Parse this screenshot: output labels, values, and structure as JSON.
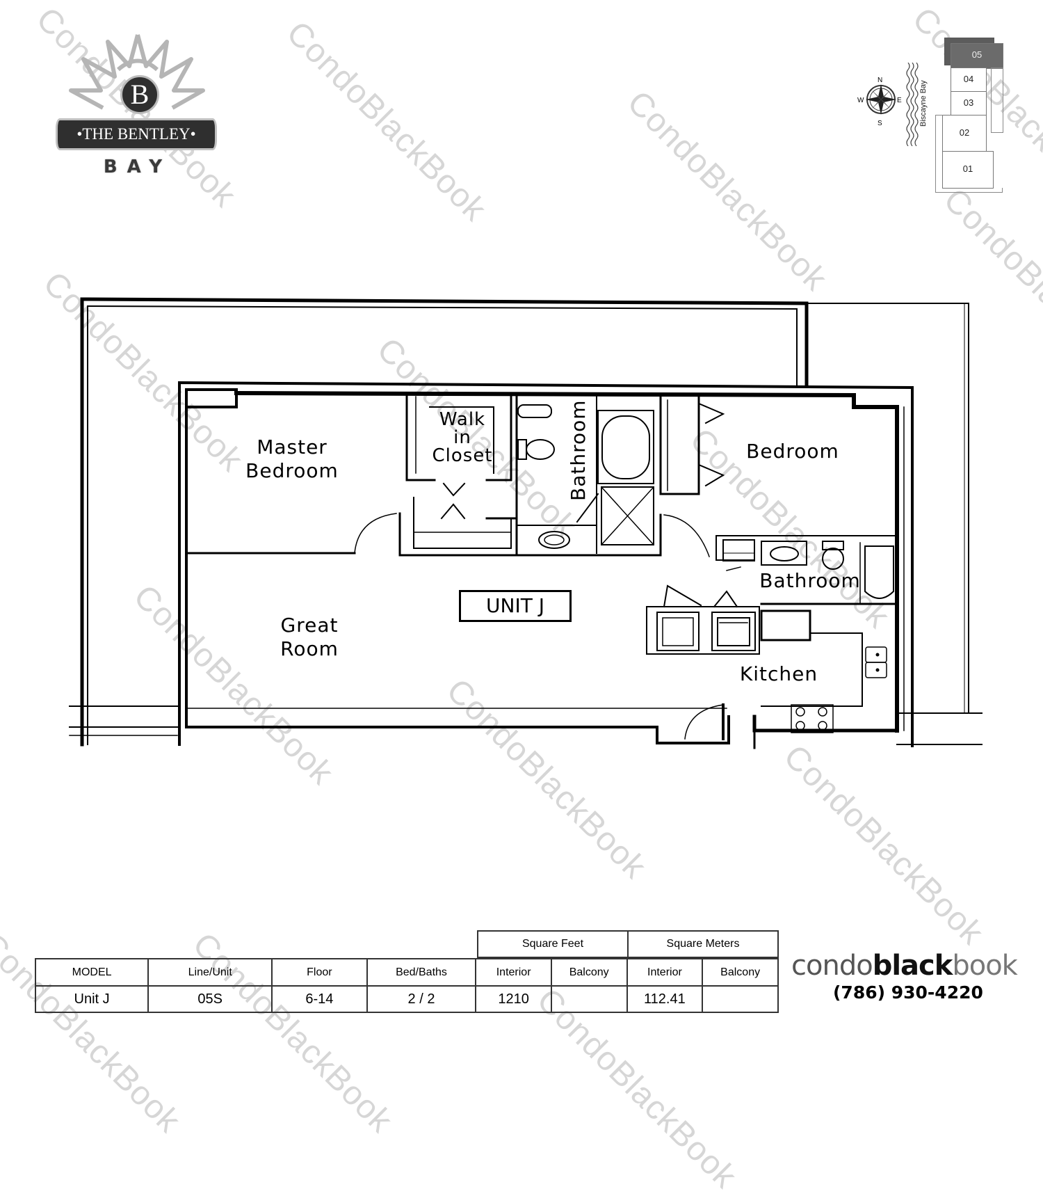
{
  "logo": {
    "monogram": "B",
    "name": "•THE BENTLEY•",
    "subtitle": "BAY"
  },
  "key_plan": {
    "compass": {
      "n": "N",
      "s": "S",
      "e": "E",
      "w": "W"
    },
    "water_label": "Biscayne Bay",
    "units": [
      {
        "label": "05",
        "highlighted": true
      },
      {
        "label": "04",
        "highlighted": false
      },
      {
        "label": "03",
        "highlighted": false
      },
      {
        "label": "02",
        "highlighted": false
      },
      {
        "label": "01",
        "highlighted": false
      }
    ],
    "highlight_color": "#6b6b6b"
  },
  "floor_plan": {
    "unit_tag": "UNIT J",
    "rooms": {
      "master_bedroom": "Master\nBedroom",
      "walk_in_closet": "Walk\nin\nCloset",
      "master_bathroom": "Bathroom",
      "bedroom": "Bedroom",
      "bathroom": "Bathroom",
      "great_room": "Great\nRoom",
      "kitchen": "Kitchen"
    }
  },
  "watermark": "CondoBlackBook",
  "spec_table": {
    "group_headers": {
      "square_feet": "Square Feet",
      "square_meters": "Square Meters"
    },
    "headers": [
      "MODEL",
      "Line/Unit",
      "Floor",
      "Bed/Baths",
      "Interior",
      "Balcony",
      "Interior",
      "Balcony"
    ],
    "row": {
      "model": "Unit J",
      "line_unit": "05S",
      "floor": "6-14",
      "bed_baths": "2 / 2",
      "sqft_interior": "1210",
      "sqft_balcony": "",
      "sqm_interior": "112.41",
      "sqm_balcony": ""
    }
  },
  "brand": {
    "part1": "condo",
    "part2": "black",
    "part3": "book",
    "phone": "(786) 930-4220"
  }
}
